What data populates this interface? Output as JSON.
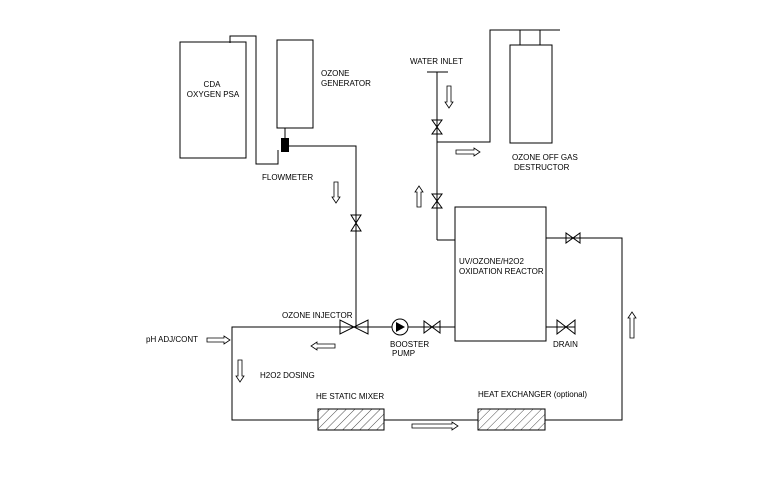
{
  "diagram": {
    "labels": {
      "cda": "CDA",
      "oxygen_psa": "OXYGEN PSA",
      "ozone": "OZONE",
      "generator": "GENERATOR",
      "flowmeter": "FLOWMETER",
      "water_inlet": "WATER INLET",
      "ozone_off_gas": "OZONE OFF GAS",
      "destructor": "DESTRUCTOR",
      "reactor_line1": "UV/OZONE/H2O2",
      "reactor_line2": "OXIDATION REACTOR",
      "ozone_injector": "OZONE INJECTOR",
      "booster": "BOOSTER",
      "pump": "PUMP",
      "drain": "DRAIN",
      "ph_adj": "pH ADJ/CONT",
      "h2o2_dosing": "H2O2 DOSING",
      "static_mixer": "HE STATIC MIXER",
      "heat_exchanger": "HEAT EXCHANGER (optional)"
    }
  }
}
